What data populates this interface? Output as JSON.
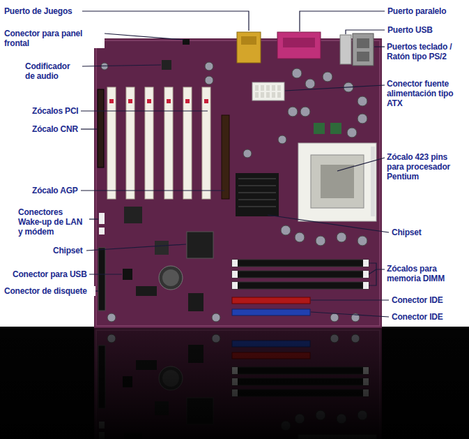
{
  "diagram": {
    "labels": [
      "Puerto de Juegos",
      "Conector para panel frontal",
      "Codificador de audio",
      "Zócalos PCI",
      "Zócalo CNR",
      "Zócalo AGP",
      "Conectores Wake-up de LAN y módem",
      "Chipset",
      "Conector para USB",
      "Conector de disquete",
      "Puerto paralelo",
      "Puerto USB",
      "Puertos teclado / Ratón tipo PS/2",
      "Conector fuente alimentación tipo ATX",
      "Zócalo 423 pins para procesador Pentium",
      "Chipset",
      "Zócalos para memoria DIMM",
      "Conector IDE",
      "Conector IDE"
    ]
  }
}
